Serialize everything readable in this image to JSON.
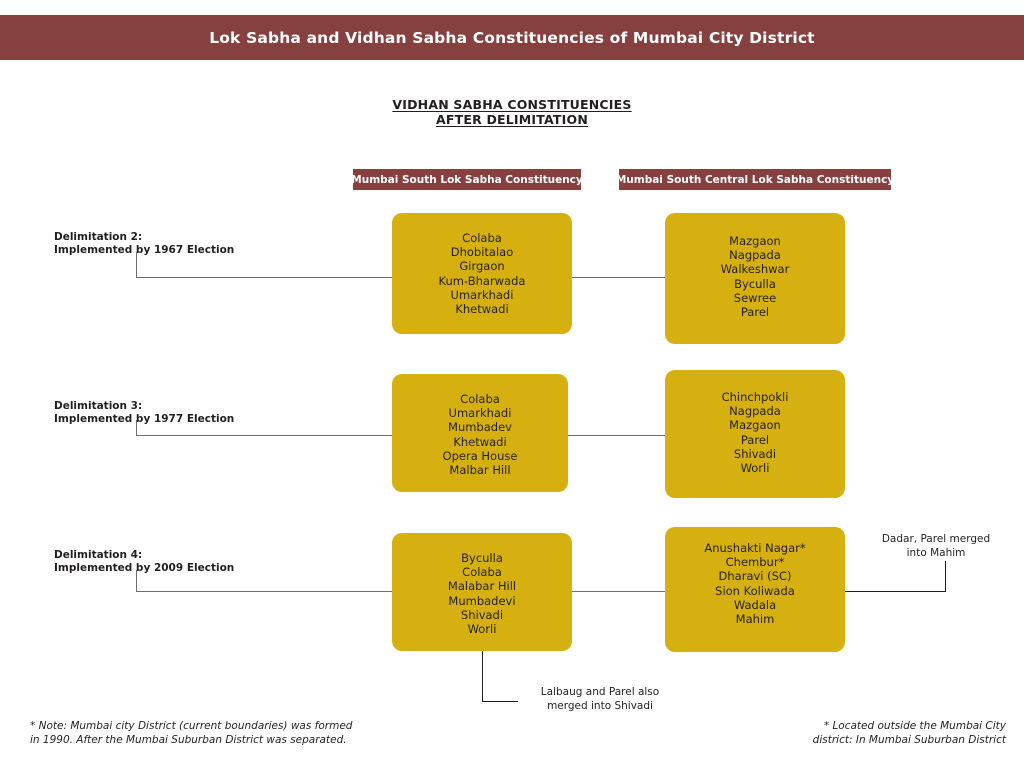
{
  "header": {
    "title": "Lok Sabha and Vidhan Sabha Constituencies of Mumbai City District",
    "bar_color": "#86403f"
  },
  "subtitle": {
    "line1": "VIDHAN SABHA CONSTITUENCIES",
    "line2": "AFTER DELIMITATION"
  },
  "colors": {
    "accent_dark_red": "#86403f",
    "box_gold": "#d6b010",
    "line_gray": "#6d6e71",
    "text_dark": "#231f20"
  },
  "lok_sabha_columns": [
    {
      "label": "Mumbai South Lok Sabha Constituency"
    },
    {
      "label": "Mumbai South Central Lok Sabha Constituency"
    }
  ],
  "rows": [
    {
      "delimitation_title": "Delimitation 2:",
      "delimitation_subtitle": "Implemented by 1967 Election",
      "south": [
        "Colaba",
        "Dhobitalao",
        "Girgaon",
        "Kum-Bharwada",
        "Umarkhadi",
        "Khetwadi"
      ],
      "south_central": [
        "Mazgaon",
        "Nagpada",
        "Walkeshwar",
        "Byculla",
        "Sewree",
        "Parel"
      ]
    },
    {
      "delimitation_title": "Delimitation 3:",
      "delimitation_subtitle": "Implemented by 1977 Election",
      "south": [
        "Colaba",
        "Umarkhadi",
        "Mumbadev",
        "Khetwadi",
        "Opera House",
        "Malbar Hill"
      ],
      "south_central": [
        "Chinchpokli",
        "Nagpada",
        "Mazgaon",
        "Parel",
        "Shivadi",
        "Worli"
      ]
    },
    {
      "delimitation_title": "Delimitation 4:",
      "delimitation_subtitle": "Implemented by 2009 Election",
      "south": [
        "Byculla",
        "Colaba",
        "Malabar Hill",
        "Mumbadevi",
        "Shivadi",
        "Worli"
      ],
      "south_central": [
        "Anushakti Nagar*",
        "Chembur*",
        "Dharavi (SC)",
        "Sion Koliwada",
        "Wadala",
        "Mahim"
      ]
    }
  ],
  "annotations": {
    "dadar_merge_line1": "Dadar, Parel merged",
    "dadar_merge_line2": "into Mahim",
    "shivadi_merge_line1": "Lalbaug and Parel also",
    "shivadi_merge_line2": "merged into Shivadi"
  },
  "footnotes": {
    "left": "* Note: Mumbai city District (current boundaries) was formed in 1990. After the Mumbai Suburban District was separated.",
    "right_line1": "* Located outside the Mumbai City",
    "right_line2": "district: In Mumbai Suburban District"
  }
}
